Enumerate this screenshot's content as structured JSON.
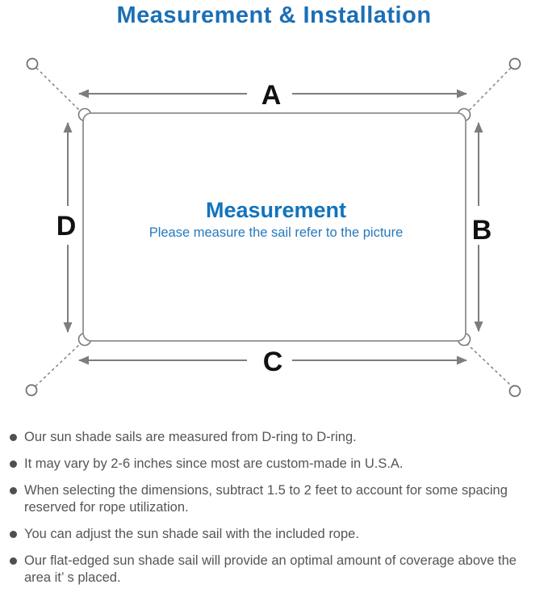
{
  "title": "Measurement & Installation",
  "diagram": {
    "label_top": "A",
    "label_right": "B",
    "label_bottom": "C",
    "label_left": "D",
    "center_title": "Measurement",
    "center_subtitle": "Please measure the sail refer to the picture"
  },
  "colors": {
    "title_blue": "#1b6fb5",
    "center_blue": "#1274ba",
    "diagram_gray": "#7d7d7d",
    "text_gray": "#555555"
  },
  "notes": [
    "Our sun shade sails are measured from D-ring to D-ring.",
    "It may vary by 2-6 inches since most are custom-made in U.S.A.",
    "When selecting the dimensions, subtract 1.5 to 2 feet to account for some spacing reserved for rope utilization.",
    "You can adjust the sun shade sail with the included rope.",
    "Our flat-edged sun shade sail will provide an optimal amount of coverage above the area it’ s placed."
  ]
}
